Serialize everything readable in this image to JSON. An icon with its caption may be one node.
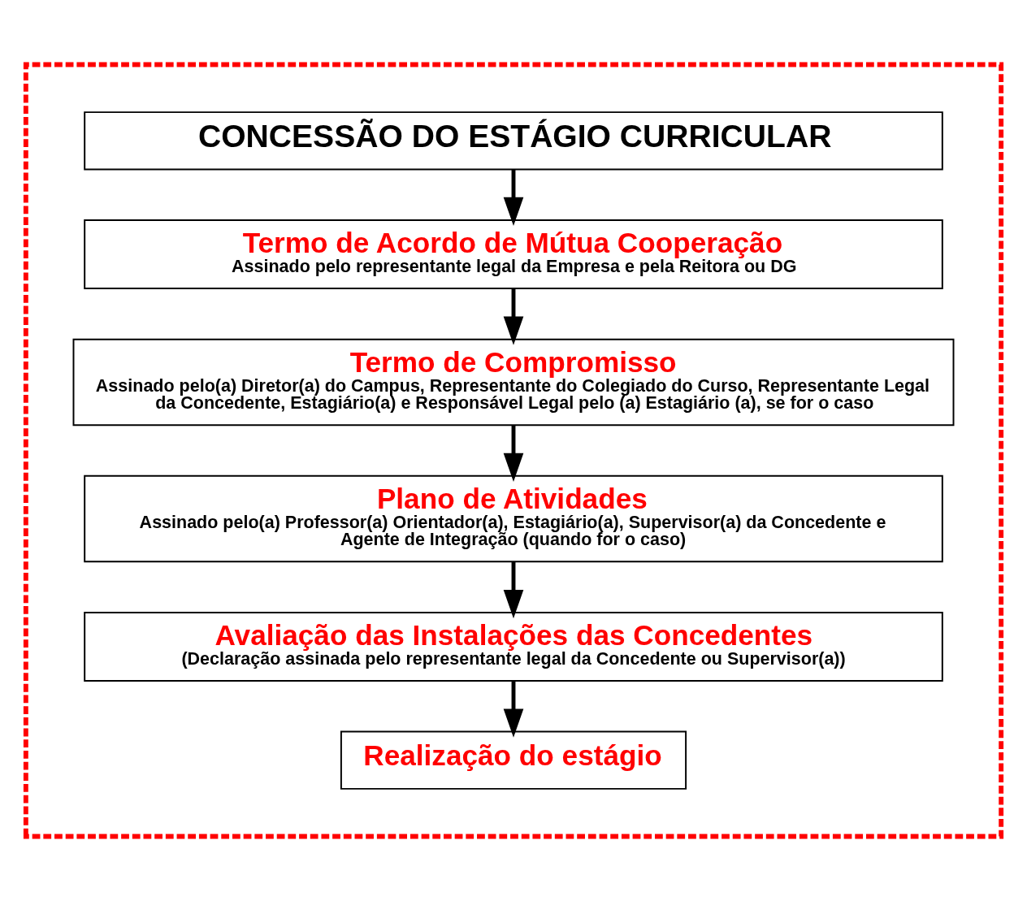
{
  "diagram": {
    "nodes": [
      {
        "text": [],
        "shape": "box"
      },
      {
        "text": [
          "CONCESSÃO DO ESTÁGIO CURRICULAR"
        ],
        "in": 0
      },
      {
        "text": [
          "Termo de Acordo de Mútua Cooperação",
          "Assinado pelo representante legal da Empresa e pela Reitora ou DG"
        ],
        "in": 0
      },
      {
        "text": [
          "Termo de Compromisso",
          "Assinado pelo(a) Diretor(a) do Campus, Representante do Colegiado do Curso, Representante Legal da Concedente, Estagiário(a) e Responsável Legal pelo (a) Estagiário (a), se for o caso"
        ],
        "in": 0
      },
      {
        "text": [
          "Plano de Atividades",
          "Assinado pelo(a) Professor(a) Orientador(a), Estagiário(a), Supervisor(a) da Concedente e Agente de Integração (quando for o caso)"
        ],
        "in": 0
      },
      {
        "text": [
          "Avaliação das Instalações das Concedentes",
          "(Declaração assinada pelo representante legal da Concedente ou Supervisor(a))"
        ],
        "in": 0
      },
      {
        "text": [
          "Realização do estágio"
        ],
        "in": 0
      }
    ],
    "edges": [
      {
        "from": 1,
        "to": 2,
        "arrow": "to"
      },
      {
        "from": 2,
        "to": 3,
        "arrow": "to"
      },
      {
        "from": 3,
        "to": 4,
        "arrow": "to"
      },
      {
        "from": 4,
        "to": 5,
        "arrow": "to"
      },
      {
        "from": 5,
        "to": 6,
        "arrow": "to"
      }
    ]
  }
}
